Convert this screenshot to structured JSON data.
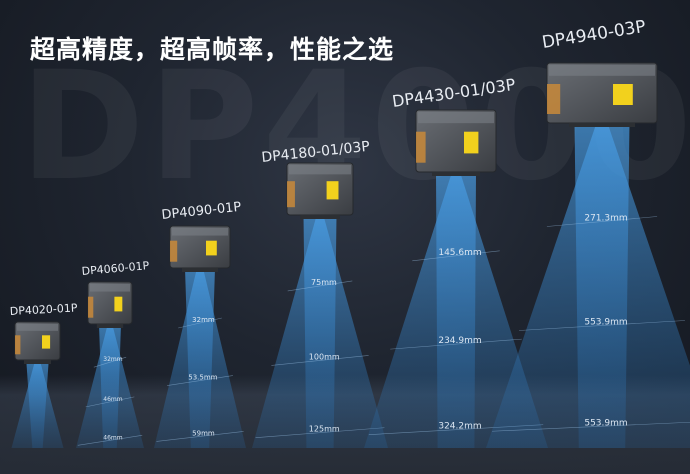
{
  "headline": "超高精度，超高帧率，性能之选",
  "watermark": "DP4000",
  "colors": {
    "beam": "#3d8fd6",
    "housing": "#4a4d52",
    "accent": "#c98a3a",
    "label": "#f2d11d"
  },
  "products": [
    {
      "model": "DP4020-01P",
      "measurements": [
        "",
        "",
        ""
      ]
    },
    {
      "model": "DP4060-01P",
      "measurements": [
        "32mm",
        "46mm",
        "46mm"
      ]
    },
    {
      "model": "DP4090-01P",
      "measurements": [
        "32mm",
        "53.5mm",
        "59mm"
      ]
    },
    {
      "model": "DP4180-01/03P",
      "measurements": [
        "75mm",
        "100mm",
        "125mm"
      ]
    },
    {
      "model": "DP4430-01/03P",
      "measurements": [
        "145.6mm",
        "234.9mm",
        "324.2mm"
      ]
    },
    {
      "model": "DP4940-03P",
      "measurements": [
        "271.3mm",
        "553.9mm",
        "553.9mm"
      ]
    }
  ]
}
